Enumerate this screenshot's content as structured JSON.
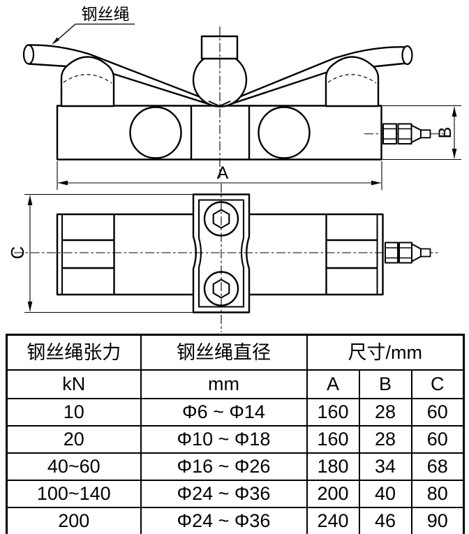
{
  "colors": {
    "line": "#000000",
    "background": "#ffffff"
  },
  "drawing": {
    "rope_label": "钢丝绳",
    "dim_labels": {
      "a": "A",
      "b": "B",
      "c": "C"
    }
  },
  "table": {
    "header_row1": [
      "钢丝绳张力",
      "钢丝绳直径",
      "尺寸/mm"
    ],
    "header_row2": [
      "kN",
      "mm",
      "A",
      "B",
      "C"
    ],
    "rows": [
      [
        "10",
        "Φ6 ~ Φ14",
        "160",
        "28",
        "60"
      ],
      [
        "20",
        "Φ10 ~ Φ18",
        "160",
        "28",
        "60"
      ],
      [
        "40~60",
        "Φ16 ~ Φ26",
        "180",
        "34",
        "68"
      ],
      [
        "100~140",
        "Φ24 ~ Φ36",
        "200",
        "40",
        "80"
      ],
      [
        "200",
        "Φ24 ~ Φ36",
        "240",
        "46",
        "90"
      ]
    ]
  }
}
